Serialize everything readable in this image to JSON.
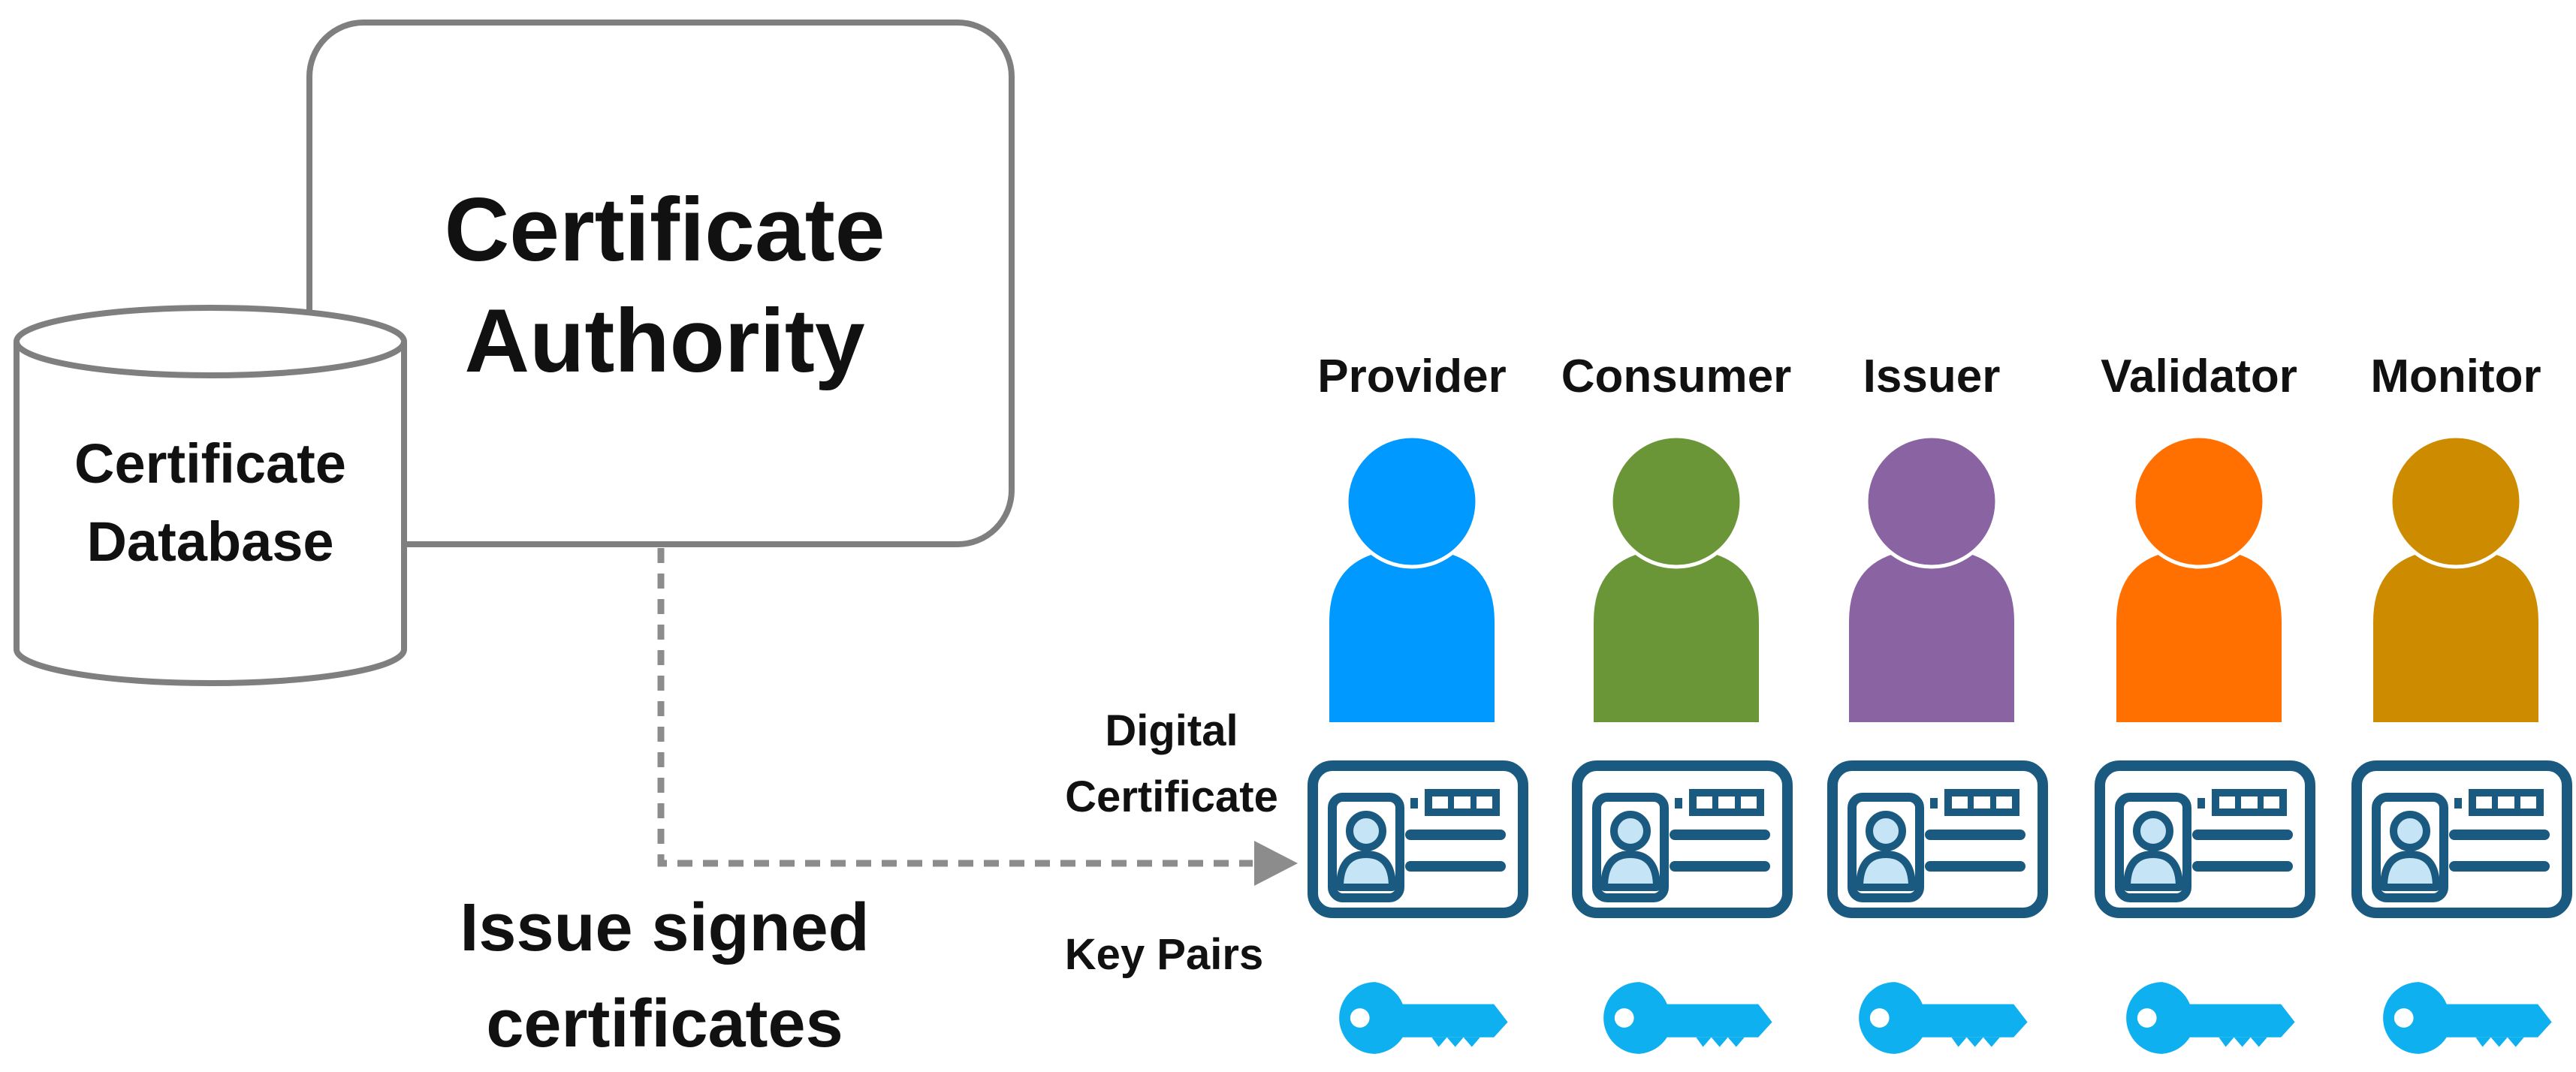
{
  "ca": {
    "title_line1": "Certificate",
    "title_line2": "Authority"
  },
  "db": {
    "title_line1": "Certificate",
    "title_line2": "Database"
  },
  "flow": {
    "issue_line1": "Issue signed",
    "issue_line2": "certificates"
  },
  "labels": {
    "digital_line1": "Digital",
    "digital_line2": "Certificate",
    "key_pairs": "Key Pairs"
  },
  "roles": [
    {
      "name": "Provider",
      "color": "#0099ff"
    },
    {
      "name": "Consumer",
      "color": "#6a9638"
    },
    {
      "name": "Issuer",
      "color": "#8a64a2"
    },
    {
      "name": "Validator",
      "color": "#ff7000"
    },
    {
      "name": "Monitor",
      "color": "#cd8c00"
    }
  ],
  "icons": {
    "certificate": "id-card-icon",
    "key": "key-icon",
    "cert_color": "#1b5a80",
    "cert_light": "#c5e4f6",
    "key_color": "#0fb0f0",
    "arrow_color": "#8c8c8c",
    "outline_color": "#7f7f7f"
  }
}
